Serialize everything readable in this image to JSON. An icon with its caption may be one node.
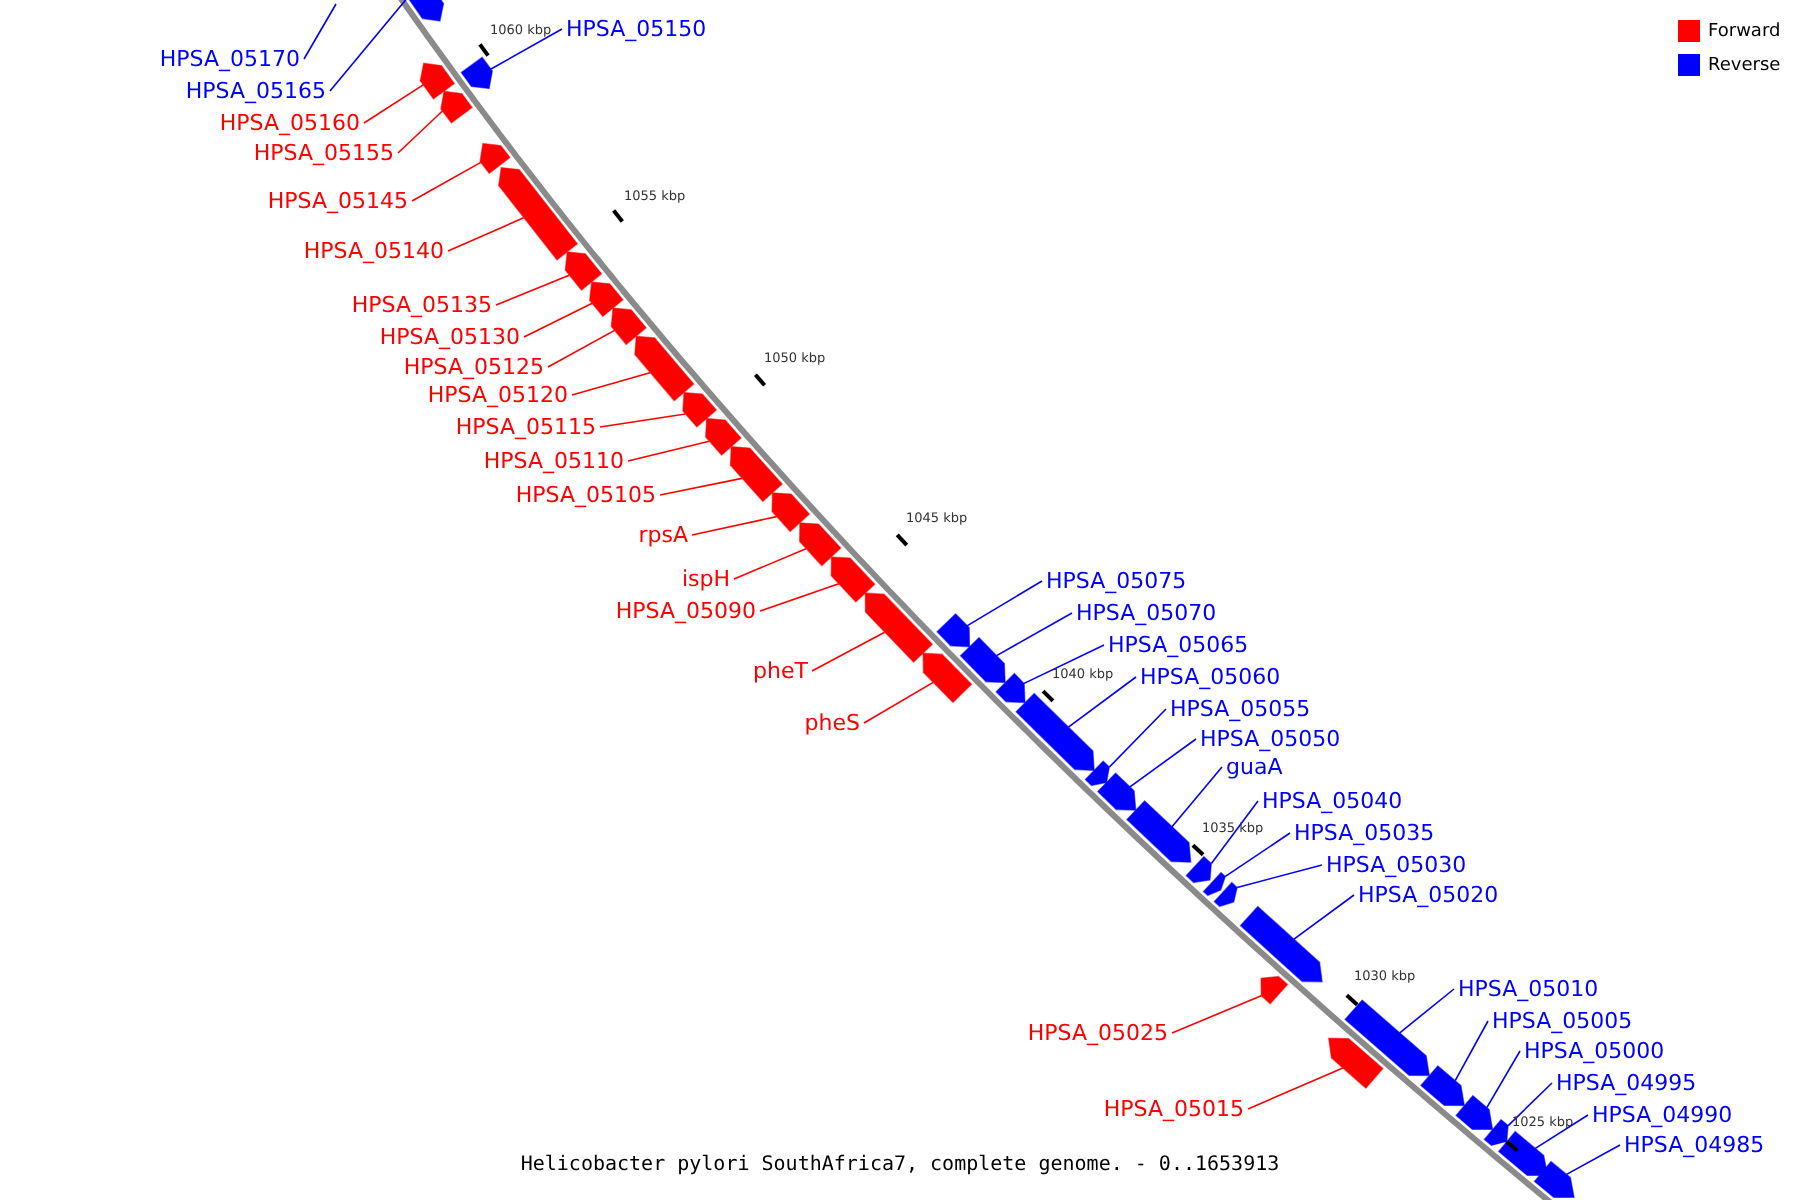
{
  "diagram": {
    "caption": "Helicobacter pylori SouthAfrica7, complete genome. - 0..1653913",
    "nodes": [
      {
        "text": [
          "HPSA_05150"
        ]
      },
      {
        "text": [
          "HPSA_05170"
        ]
      },
      {
        "text": [
          "HPSA_05165"
        ]
      },
      {
        "text": [
          "HPSA_05160"
        ]
      },
      {
        "text": [
          "HPSA_05155"
        ]
      },
      {
        "text": [
          "HPSA_05145"
        ]
      },
      {
        "text": [
          "HPSA_05140"
        ]
      },
      {
        "text": [
          "HPSA_05135"
        ]
      },
      {
        "text": [
          "HPSA_05130"
        ]
      },
      {
        "text": [
          "HPSA_05125"
        ]
      },
      {
        "text": [
          "HPSA_05120"
        ]
      },
      {
        "text": [
          "HPSA_05115"
        ]
      },
      {
        "text": [
          "HPSA_05110"
        ]
      },
      {
        "text": [
          "HPSA_05105"
        ]
      },
      {
        "text": [
          "rpsA"
        ]
      },
      {
        "text": [
          "ispH"
        ]
      },
      {
        "text": [
          "HPSA_05075"
        ]
      },
      {
        "text": [
          "HPSA_05090"
        ]
      },
      {
        "text": [
          "HPSA_05070"
        ]
      },
      {
        "text": [
          "HPSA_05065"
        ]
      },
      {
        "text": [
          "pheT"
        ]
      },
      {
        "text": [
          "HPSA_05060"
        ]
      },
      {
        "text": [
          "HPSA_05055"
        ]
      },
      {
        "text": [
          "pheS"
        ]
      },
      {
        "text": [
          "HPSA_05050"
        ]
      },
      {
        "text": [
          "guaA"
        ]
      },
      {
        "text": [
          "HPSA_05040"
        ]
      },
      {
        "text": [
          "HPSA_05035"
        ]
      },
      {
        "text": [
          "HPSA_05030"
        ]
      },
      {
        "text": [
          "HPSA_05020"
        ]
      },
      {
        "text": [
          "HPSA_05010"
        ]
      },
      {
        "text": [
          "HPSA_05005"
        ]
      },
      {
        "text": [
          "HPSA_05025"
        ]
      },
      {
        "text": [
          "HPSA_05000"
        ]
      },
      {
        "text": [
          "HPSA_04995"
        ]
      },
      {
        "text": [
          "HPSA_05015"
        ]
      },
      {
        "text": [
          "HPSA_04990"
        ]
      },
      {
        "text": [
          "HPSA_04985"
        ]
      },
      {
        "text": [],
        "shape": "box"
      },
      {
        "text": [],
        "shape": "box"
      },
      {
        "text": [],
        "shape": "box"
      },
      {
        "text": [],
        "shape": "box"
      },
      {
        "text": [],
        "shape": "box"
      },
      {
        "text": [],
        "shape": "box"
      },
      {
        "text": [],
        "shape": "box"
      },
      {
        "text": [],
        "shape": "box"
      },
      {
        "text": [],
        "shape": "box"
      },
      {
        "text": [],
        "shape": "box"
      },
      {
        "text": [],
        "shape": "box"
      },
      {
        "text": [],
        "shape": "box"
      },
      {
        "text": [],
        "shape": "box"
      },
      {
        "text": [],
        "shape": "box"
      },
      {
        "text": [],
        "shape": "box"
      },
      {
        "text": [],
        "shape": "box"
      },
      {
        "text": [],
        "shape": "box"
      },
      {
        "text": [],
        "shape": "box"
      },
      {
        "text": [],
        "shape": "box"
      },
      {
        "text": [],
        "shape": "box"
      },
      {
        "text": [],
        "shape": "box"
      },
      {
        "text": [],
        "shape": "box"
      },
      {
        "text": [],
        "shape": "box"
      },
      {
        "text": [],
        "shape": "box"
      },
      {
        "text": [],
        "shape": "box"
      },
      {
        "text": [],
        "shape": "box"
      },
      {
        "text": [],
        "shape": "box"
      },
      {
        "text": [],
        "shape": "box"
      },
      {
        "text": [],
        "shape": "box"
      },
      {
        "text": [],
        "shape": "box"
      },
      {
        "text": [],
        "shape": "box"
      },
      {
        "text": [],
        "shape": "box"
      },
      {
        "text": [],
        "shape": "box"
      },
      {
        "text": [],
        "shape": "box"
      },
      {
        "text": [],
        "shape": "box"
      },
      {
        "text": [],
        "shape": "box"
      },
      {
        "text": [],
        "shape": "box"
      }
    ],
    "edges": [
      {
        "from": 0,
        "to": 38,
        "arrow": "none",
        "color": "#0000ff"
      },
      {
        "from": 1,
        "to": null,
        "arrow": "none",
        "color": "#0000ff"
      },
      {
        "from": 2,
        "to": 39,
        "arrow": "none",
        "color": "#0000ff"
      },
      {
        "from": 3,
        "to": 40,
        "arrow": "none",
        "color": "#ff0000"
      },
      {
        "from": 4,
        "to": 41,
        "arrow": "none",
        "color": "#ff0000"
      },
      {
        "from": 5,
        "to": 42,
        "arrow": "none",
        "color": "#ff0000"
      },
      {
        "from": 6,
        "to": 43,
        "arrow": "none",
        "color": "#ff0000"
      },
      {
        "from": 7,
        "to": 44,
        "arrow": "none",
        "color": "#ff0000"
      },
      {
        "from": 8,
        "to": 45,
        "arrow": "none",
        "color": "#ff0000"
      },
      {
        "from": 9,
        "to": 46,
        "arrow": "none",
        "color": "#ff0000"
      },
      {
        "from": 10,
        "to": 47,
        "arrow": "none",
        "color": "#ff0000"
      },
      {
        "from": 11,
        "to": 48,
        "arrow": "none",
        "color": "#ff0000"
      },
      {
        "from": 12,
        "to": 49,
        "arrow": "none",
        "color": "#ff0000"
      },
      {
        "from": 13,
        "to": 50,
        "arrow": "none",
        "color": "#ff0000"
      },
      {
        "from": 14,
        "to": 51,
        "arrow": "none",
        "color": "#ff0000"
      },
      {
        "from": 15,
        "to": 52,
        "arrow": "none",
        "color": "#ff0000"
      },
      {
        "from": 16,
        "to": 53,
        "arrow": "none",
        "color": "#0000ff"
      },
      {
        "from": 17,
        "to": 54,
        "arrow": "none",
        "color": "#ff0000"
      },
      {
        "from": 18,
        "to": 55,
        "arrow": "none",
        "color": "#0000ff"
      },
      {
        "from": 19,
        "to": 56,
        "arrow": "none",
        "color": "#0000ff"
      },
      {
        "from": 20,
        "to": 57,
        "arrow": "none",
        "color": "#ff0000"
      },
      {
        "from": 21,
        "to": 58,
        "arrow": "none",
        "color": "#0000ff"
      },
      {
        "from": 22,
        "to": 59,
        "arrow": "none",
        "color": "#0000ff"
      },
      {
        "from": 23,
        "to": 60,
        "arrow": "none",
        "color": "#ff0000"
      },
      {
        "from": 24,
        "to": 61,
        "arrow": "none",
        "color": "#0000ff"
      },
      {
        "from": 25,
        "to": 62,
        "arrow": "none",
        "color": "#0000ff"
      },
      {
        "from": 26,
        "to": 63,
        "arrow": "none",
        "color": "#0000ff"
      },
      {
        "from": 27,
        "to": 64,
        "arrow": "none",
        "color": "#0000ff"
      },
      {
        "from": 28,
        "to": 65,
        "arrow": "none",
        "color": "#0000ff"
      },
      {
        "from": 29,
        "to": 66,
        "arrow": "none",
        "color": "#0000ff"
      },
      {
        "from": 30,
        "to": 67,
        "arrow": "none",
        "color": "#0000ff"
      },
      {
        "from": 31,
        "to": 68,
        "arrow": "none",
        "color": "#0000ff"
      },
      {
        "from": 32,
        "to": 69,
        "arrow": "none",
        "color": "#ff0000"
      },
      {
        "from": 33,
        "to": 70,
        "arrow": "none",
        "color": "#0000ff"
      },
      {
        "from": 34,
        "to": 71,
        "arrow": "none",
        "color": "#0000ff"
      },
      {
        "from": 35,
        "to": 72,
        "arrow": "none",
        "color": "#ff0000"
      },
      {
        "from": 36,
        "to": 73,
        "arrow": "none",
        "color": "#0000ff"
      },
      {
        "from": 37,
        "to": 74,
        "arrow": "none",
        "color": "#0000ff"
      }
    ],
    "labels": [
      "1060 kbp",
      "1055 kbp",
      "1050 kbp",
      "1045 kbp",
      "1040 kbp",
      "1035 kbp",
      "1030 kbp",
      "1025 kbp"
    ],
    "legend": [
      {
        "text": "Forward",
        "color": "#ff0000"
      },
      {
        "text": "Reverse",
        "color": "#0000ff"
      }
    ]
  }
}
